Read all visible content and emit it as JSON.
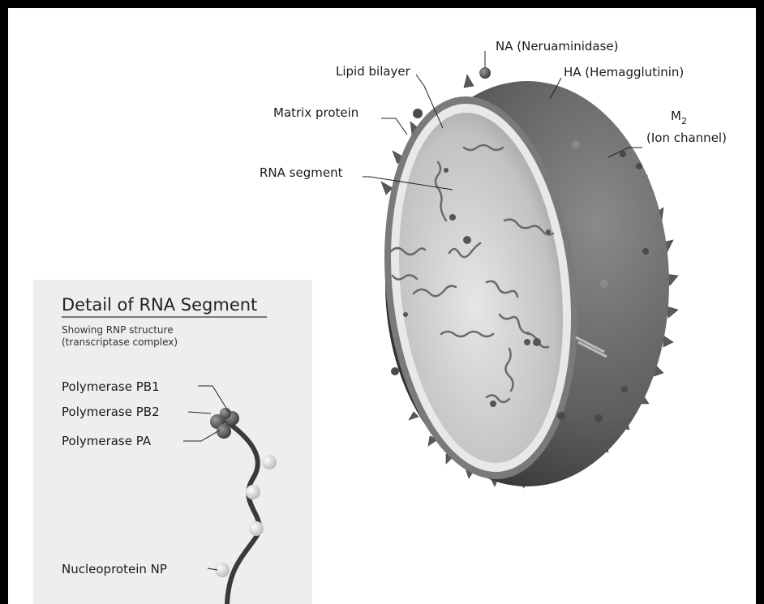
{
  "labels": {
    "na": "NA (Neruaminidase)",
    "lipid": "Lipid bilayer",
    "ha": "HA (Hemagglutinin)",
    "matrix": "Matrix protein",
    "m2_main": "M",
    "m2_sub": "2",
    "ion": "(Ion channel)",
    "rna": "RNA segment"
  },
  "detail": {
    "title": "Detail of RNA Segment",
    "subtitle1": "Showing RNP structure",
    "subtitle2": "(transcriptase complex)",
    "pb1": "Polymerase PB1",
    "pb2": "Polymerase PB2",
    "pa": "Polymerase PA",
    "np": "Nucleoprotein NP"
  },
  "colors": {
    "frame": "#000000",
    "background": "#ffffff",
    "shell": "#6e6e6e",
    "shell_dark": "#3c3c3c",
    "inner": "#bdbdbd",
    "matrix_ring": "#e8e8e8",
    "panel": "#eeeeee"
  }
}
